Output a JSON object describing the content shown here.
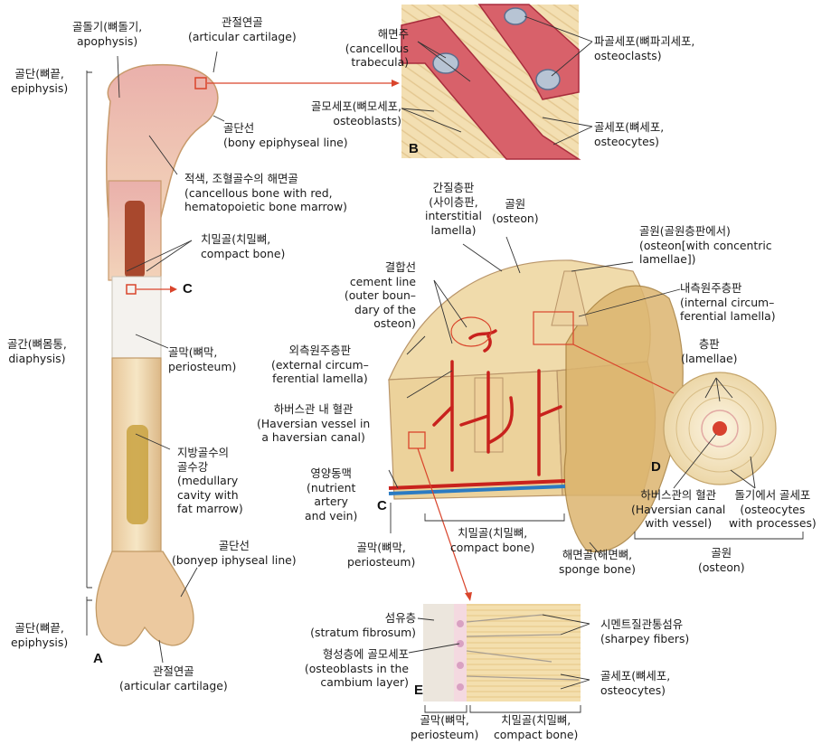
{
  "panel_letters": {
    "a": "A",
    "b": "B",
    "c1": "C",
    "c2": "C",
    "d": "D",
    "e": "E"
  },
  "labels": {
    "apophysis": [
      "골돌기(뼈돌기,",
      "apophysis)"
    ],
    "art_cart_top": [
      "관절연골",
      "(articular cartilage)"
    ],
    "epiphysis_top": [
      "골단(뼈끝,",
      "epiphysis)"
    ],
    "epi_line_top": [
      "골단선",
      "(bony epiphyseal line)"
    ],
    "red_marrow": [
      "적색, 조혈골수의 해면골",
      "(cancellous bone with red,",
      "hematopoietic bone marrow)"
    ],
    "compact_a": [
      "치밀골(치밀뼈,",
      "compact bone)"
    ],
    "diaphysis": [
      "골간(뼈몸통,",
      "diaphysis)"
    ],
    "periosteum_a": [
      "골막(뼈막,",
      "periosteum)"
    ],
    "fat_marrow": [
      "지방골수의",
      "골수강",
      "(medullary",
      "cavity with",
      "fat marrow)"
    ],
    "epi_line_bottom": [
      "골단선",
      "(bonyep iphyseal line)"
    ],
    "epiphysis_bottom": [
      "골단(뼈끝,",
      "epiphysis)"
    ],
    "art_cart_bottom": [
      "관절연골",
      "(articular cartilage)"
    ],
    "trabecula": [
      "해면주",
      "(cancellous",
      "trabecula)"
    ],
    "osteoblasts_b": [
      "골모세포(뼈모세포,",
      "osteoblasts)"
    ],
    "osteoclasts": [
      "파골세포(뼈파괴세포,",
      "osteoclasts)"
    ],
    "osteocytes_b": [
      "골세포(뼈세포,",
      "osteocytes)"
    ],
    "interstitial": [
      "간질층판",
      "(사이층판,",
      "interstitial",
      "lamella)"
    ],
    "osteon_c": [
      "골원",
      "(osteon)"
    ],
    "osteon_conc": [
      "골원(골원층판에서)",
      "(osteon[with concentric",
      "lamellae])"
    ],
    "cement": [
      "결합선",
      "cement line",
      "(outer boun–",
      "dary of the",
      "osteon)"
    ],
    "internal_circ": [
      "내측원주층판",
      "(internal circum–",
      "ferential lamella)"
    ],
    "external_circ": [
      "외측원주층판",
      "(external circum–",
      "ferential lamella)"
    ],
    "haversian_vessel": [
      "하버스관 내 혈관",
      "(Haversian vessel in",
      "a haversian canal)"
    ],
    "nutrient": [
      "영양동맥",
      "(nutrient",
      "artery",
      "and vein)"
    ],
    "compact_c": [
      "치밀골(치밀뼈,",
      "compact bone)"
    ],
    "periosteum_c": [
      "골막(뼈막,",
      "periosteum)"
    ],
    "sponge": [
      "해면골(해면뼈,",
      "sponge bone)"
    ],
    "lamellae": [
      "층판",
      "(lamellae)"
    ],
    "haversian_canal": [
      "하버스관의 혈관",
      "(Haversian canal",
      "with vessel)"
    ],
    "osteocytes_d": [
      "돌기에서 골세포",
      "(osteocytes",
      "with processes)"
    ],
    "osteon_d": [
      "골원",
      "(osteon)"
    ],
    "fibrosum": [
      "섬유층",
      "(stratum fibrosum)"
    ],
    "cambium": [
      "형성층에 골모세포",
      "(osteoblasts in the",
      "cambium layer)"
    ],
    "sharpey": [
      "시멘트질관통섬유",
      "(sharpey fibers)"
    ],
    "osteocytes_e": [
      "골세포(뼈세포,",
      "osteocytes)"
    ],
    "periosteum_e": [
      "골막(뼈막,",
      "periosteum)"
    ],
    "compact_e": [
      "치밀골(치밀뼈,",
      "compact bone)"
    ]
  },
  "colors": {
    "leader": "#333333",
    "pointer": "#d9442b",
    "bone": "#f1dcb0",
    "red_marrow": "#e8a7a5",
    "vessel_red": "#c8221d",
    "vessel_blue": "#2b7bc2"
  }
}
